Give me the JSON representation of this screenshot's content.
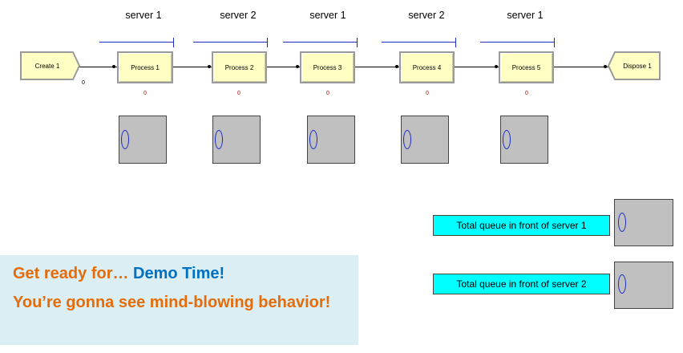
{
  "servers": [
    "server 1",
    "server 2",
    "server 1",
    "server 2",
    "server 1"
  ],
  "create": {
    "label": "Create 1",
    "count": "0"
  },
  "processes": [
    {
      "label": "Process 1",
      "count": "0"
    },
    {
      "label": "Process 2",
      "count": "0"
    },
    {
      "label": "Process 3",
      "count": "0"
    },
    {
      "label": "Process 4",
      "count": "0"
    },
    {
      "label": "Process 5",
      "count": "0"
    }
  ],
  "dispose": {
    "label": "Dispose 1"
  },
  "totals": [
    {
      "label": "Total queue in front of server 1"
    },
    {
      "label": "Total queue in front of server 2"
    }
  ],
  "banner": {
    "prefix": "Get ready for… ",
    "highlight": "Demo Time!",
    "line2": "You’re gonna see mind-blowing behavior!"
  },
  "colors": {
    "module_fill": "#ffffc4",
    "queue_line": "#1a2cc4",
    "counter": "#c00000",
    "banner_bg": "#daeef3",
    "orange": "#e46c0a",
    "blue": "#0070c0",
    "plot_box": "#c0c0c0",
    "label_box": "#00ffff"
  }
}
